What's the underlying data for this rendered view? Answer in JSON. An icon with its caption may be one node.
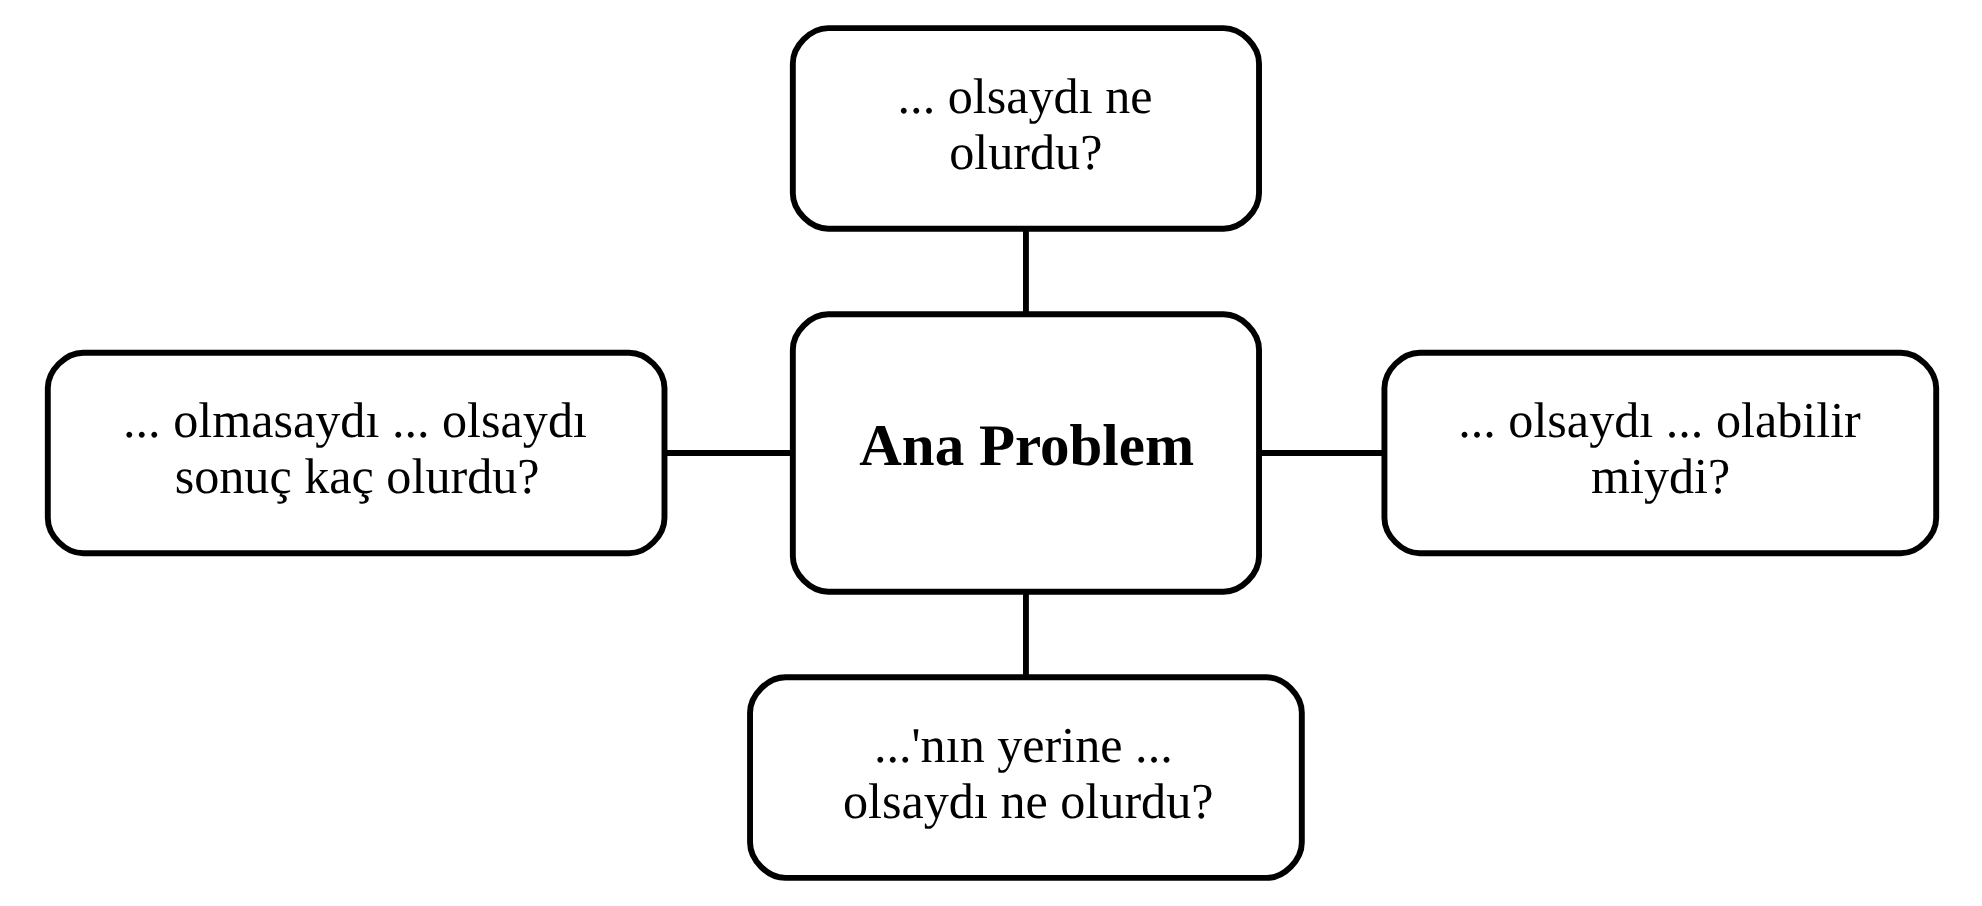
{
  "diagram": {
    "nodes": [
      {
        "text": [
          "Ana Problem"
        ]
      },
      {
        "text": [
          "... olsaydı ne olurdu?"
        ]
      },
      {
        "text": [
          "... olmasaydı ... olsaydı sonuç kaç olurdu?"
        ]
      },
      {
        "text": [
          "... olsaydı ... olabilir miydi?"
        ]
      },
      {
        "text": [
          "...'nın yerine ... olsaydı ne olurdu?"
        ]
      }
    ],
    "edges": [
      {
        "from": 1,
        "to": 0,
        "arrow": "none"
      },
      {
        "from": 2,
        "to": 0,
        "arrow": "none"
      },
      {
        "from": 0,
        "to": 3,
        "arrow": "none"
      },
      {
        "from": 0,
        "to": 4,
        "arrow": "none"
      }
    ]
  }
}
